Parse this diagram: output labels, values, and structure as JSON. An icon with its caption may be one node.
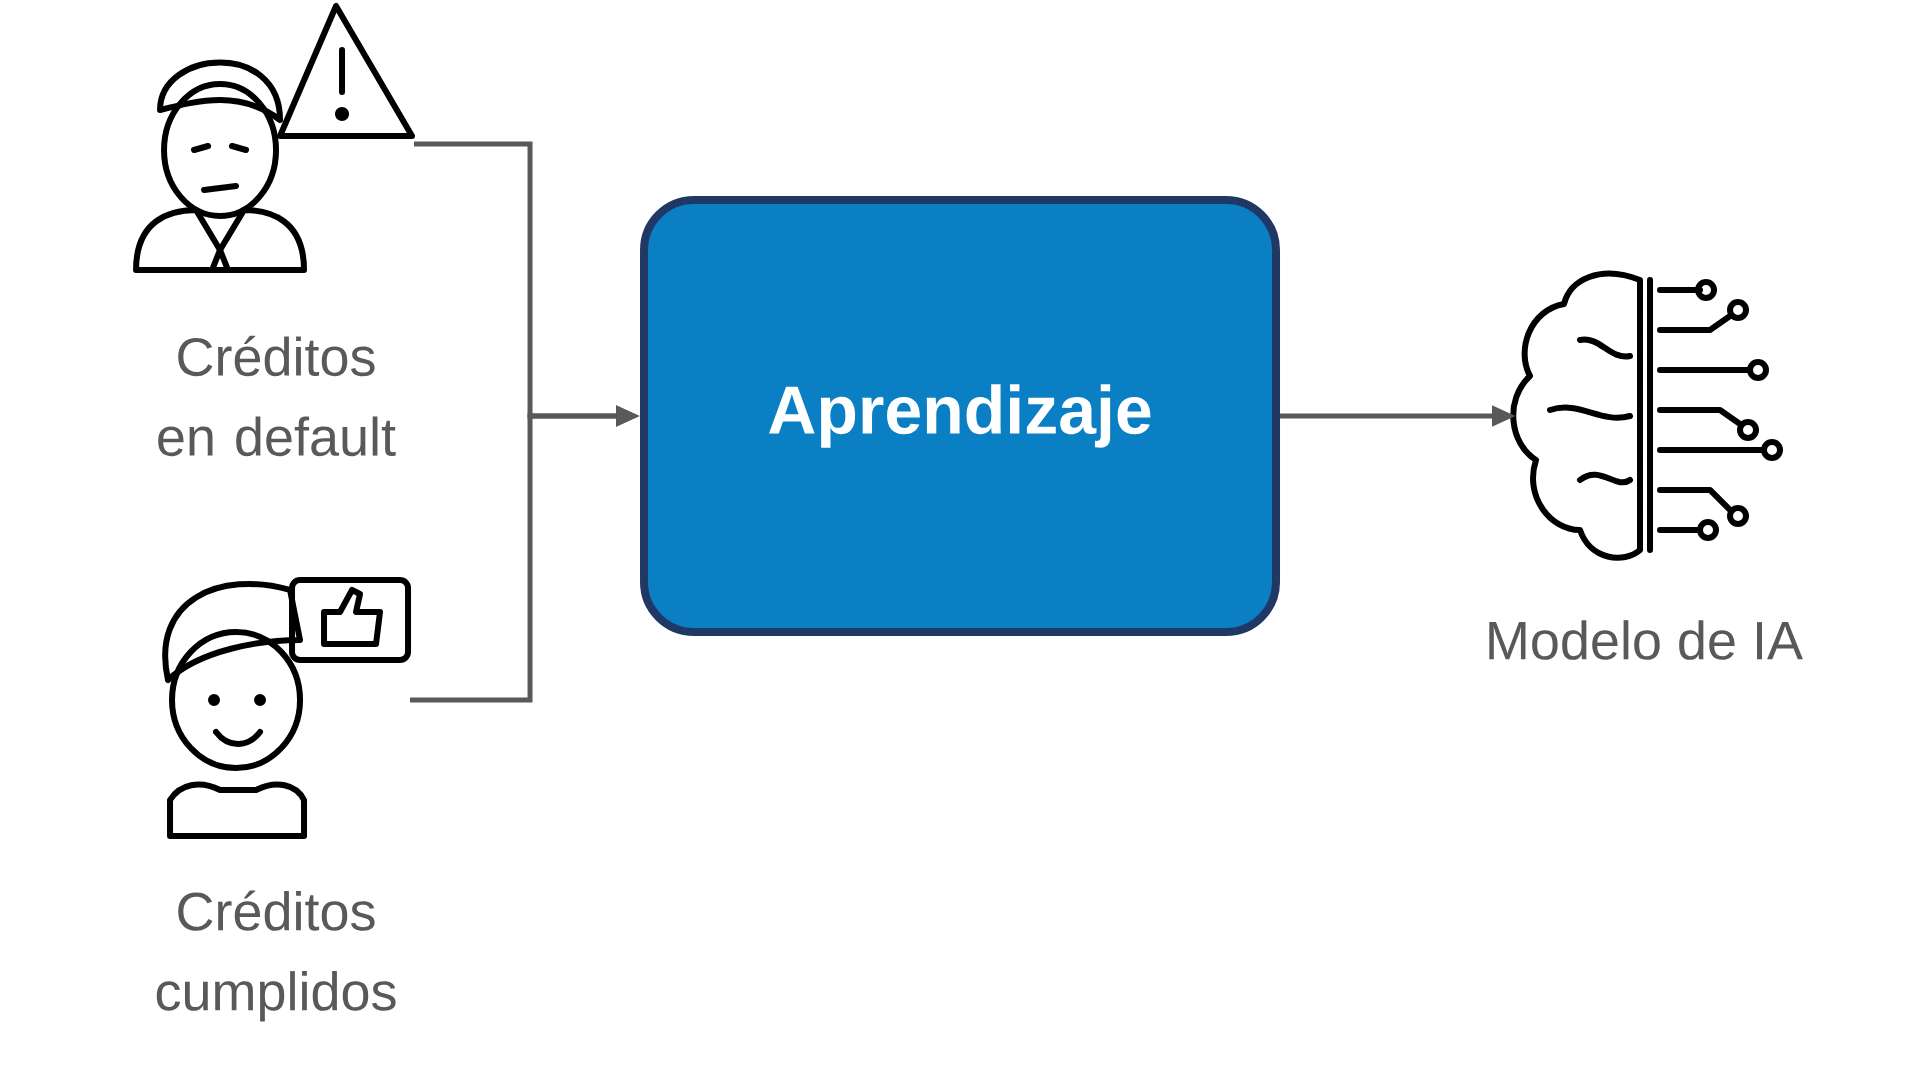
{
  "diagram": {
    "nodes": [
      {
        "text": [
          "Créditos en default"
        ]
      },
      {
        "text": [
          "Créditos cumplidos"
        ]
      },
      {
        "text": [
          "Aprendizaje"
        ]
      },
      {
        "text": [
          "Modelo de IA"
        ]
      }
    ],
    "edges": [
      {
        "from": 0,
        "to": 2,
        "arrow": "to"
      },
      {
        "from": 1,
        "to": 2,
        "arrow": "to"
      },
      {
        "from": 2,
        "to": 3,
        "arrow": "to"
      }
    ]
  }
}
